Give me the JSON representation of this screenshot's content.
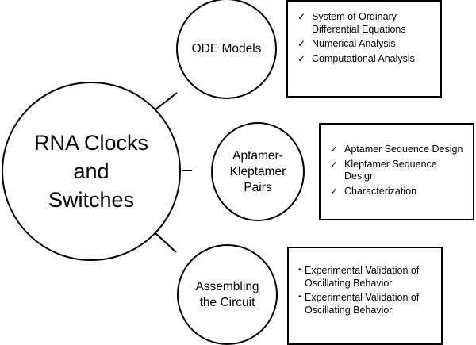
{
  "diagram": {
    "main": "RNA Clocks\nand\nSwitches",
    "nodes": [
      {
        "label": "ODE Models",
        "items": [
          "System of Ordinary Differential Equations",
          "Numerical Analysis",
          "Computational Analysis"
        ],
        "bullet": "✓"
      },
      {
        "label": "Aptamer-\nKleptamer\nPairs",
        "items": [
          "Aptamer Sequence Design",
          "Kleptamer Sequence Design",
          "Characterization"
        ],
        "bullet": "✓"
      },
      {
        "label": "Assembling\nthe Circuit",
        "items": [
          "Experimental Validation of Oscillating Behavior",
          "Experimental Validation of Oscillating Behavior"
        ],
        "bullet": "•"
      }
    ]
  }
}
